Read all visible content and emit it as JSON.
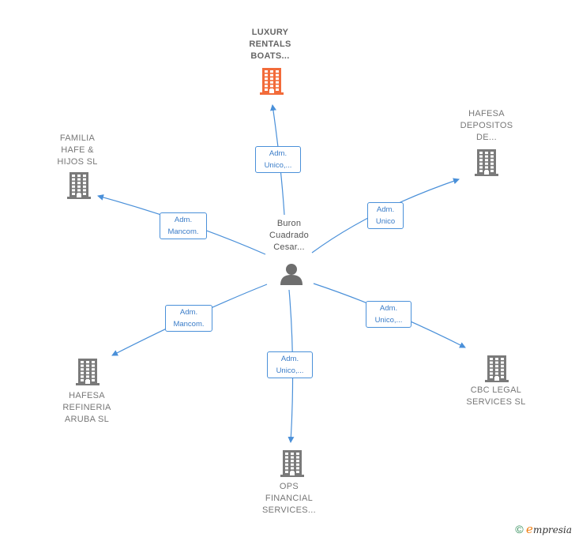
{
  "center": {
    "label": "Buron\nCuadrado\nCesar..."
  },
  "companies": [
    {
      "id": "luxury",
      "label": "LUXURY\nRENTALS\nBOATS...",
      "highlight": true
    },
    {
      "id": "hafesa-depositos",
      "label": "HAFESA\nDEPOSITOS\nDE..."
    },
    {
      "id": "familia-hafe",
      "label": "FAMILIA\nHAFE &\nHIJOS SL"
    },
    {
      "id": "hafesa-refineria",
      "label": "HAFESA\nREFINERIA\nARUBA SL"
    },
    {
      "id": "cbc-legal",
      "label": "CBC LEGAL\nSERVICES SL"
    },
    {
      "id": "ops-financial",
      "label": "OPS\nFINANCIAL\nSERVICES..."
    }
  ],
  "edges": [
    {
      "to": "luxury",
      "label": "Adm.\nUnico,..."
    },
    {
      "to": "hafesa-depositos",
      "label": "Adm.\nUnico"
    },
    {
      "to": "familia-hafe",
      "label": "Adm.\nMancom."
    },
    {
      "to": "hafesa-refineria",
      "label": "Adm.\nMancom."
    },
    {
      "to": "cbc-legal",
      "label": "Adm.\nUnico,..."
    },
    {
      "to": "ops-financial",
      "label": "Adm.\nUnico,..."
    }
  ],
  "colors": {
    "edge": "#4a90d9",
    "highlight_building": "#f26b3a",
    "building": "#7a7a7a",
    "person": "#6e6e6e"
  },
  "footer": {
    "copyright": "©",
    "brand_initial": "e",
    "brand_rest": "mpresia"
  }
}
